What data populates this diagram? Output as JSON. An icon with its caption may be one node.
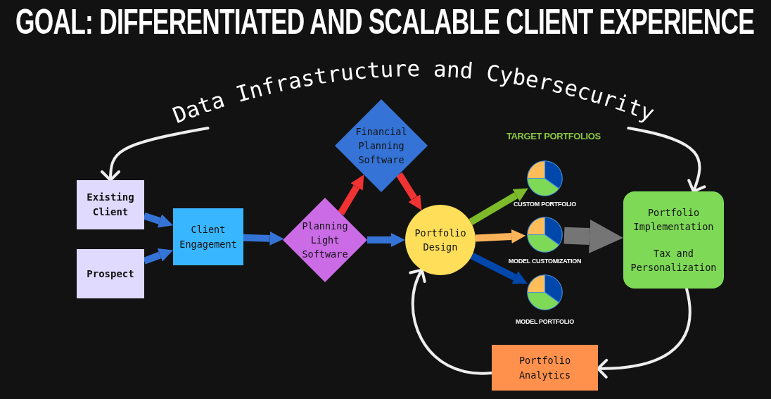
{
  "diagram": {
    "title": "GOAL: DIFFERENTIATED AND SCALABLE CLIENT EXPERIENCE",
    "nodes": [
      {
        "text": [
          "Data Infrastructure and Cybersecurity"
        ]
      },
      {
        "text": [
          "Existing Client"
        ]
      },
      {
        "text": [
          "Prospect"
        ]
      },
      {
        "text": [
          "Client Engagement"
        ]
      },
      {
        "text": [
          "Planning Light Software"
        ]
      },
      {
        "text": [
          "Financial Planning Software"
        ]
      },
      {
        "text": [
          "Portfolio Design"
        ]
      },
      {
        "text": [],
        "shape": "circle",
        "beside": [
          "CUSTOM PORTFOLIO"
        ]
      },
      {
        "text": [],
        "shape": "circle",
        "beside": [
          "MODEL CUSTOMIZATION"
        ]
      },
      {
        "text": [],
        "shape": "circle",
        "beside": [
          "MODEL PORTFOLIO"
        ]
      },
      {
        "text": [
          "Portfolio Implementation",
          "Tax and Personalization"
        ]
      },
      {
        "text": [
          "Portfolio Analytics"
        ]
      }
    ],
    "edges": [
      {
        "from": 0,
        "to": 1,
        "arrow": "to",
        "color": "#eeeeee"
      },
      {
        "from": 0,
        "to": 10,
        "arrow": "to",
        "color": "#eeeeee"
      },
      {
        "from": 1,
        "to": 3,
        "arrow": "to",
        "color": "#3574d6"
      },
      {
        "from": 2,
        "to": 3,
        "arrow": "to",
        "color": "#3574d6"
      },
      {
        "from": 3,
        "to": 4,
        "arrow": "to",
        "color": "#3574d6"
      },
      {
        "from": 4,
        "to": 5,
        "arrow": "to",
        "color": "#f03232"
      },
      {
        "from": 5,
        "to": 6,
        "arrow": "to",
        "color": "#f03232"
      },
      {
        "from": 4,
        "to": 6,
        "arrow": "to",
        "color": "#3574d6"
      },
      {
        "from": 6,
        "to": 7,
        "arrow": "to",
        "color": "#7dbb2a"
      },
      {
        "from": 6,
        "to": 8,
        "arrow": "to",
        "color": "#fbb35a"
      },
      {
        "from": 6,
        "to": 9,
        "arrow": "to",
        "color": "#0047ab"
      },
      {
        "from": 8,
        "to": 10,
        "arrow": "to",
        "style": "thick",
        "color": "#757575"
      },
      {
        "from": 10,
        "to": 11,
        "arrow": "to",
        "color": "#eeeeee"
      },
      {
        "from": 11,
        "to": 6,
        "arrow": "to",
        "color": "#eeeeee"
      }
    ],
    "labels": [
      "TARGET PORTFOLIOS"
    ]
  }
}
